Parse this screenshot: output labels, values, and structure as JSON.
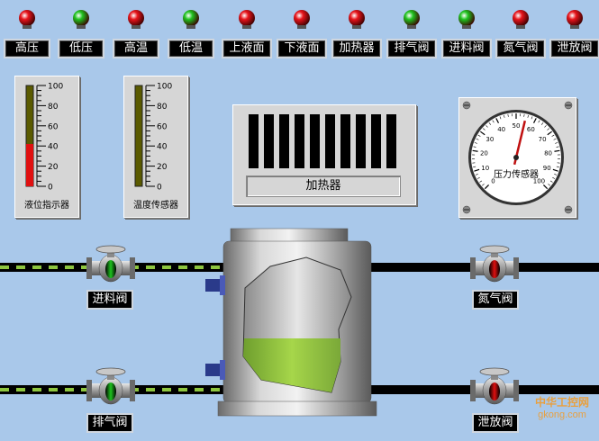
{
  "indicators": [
    {
      "label": "高压",
      "color": "#e8141b"
    },
    {
      "label": "低压",
      "color": "#1fc31f"
    },
    {
      "label": "高温",
      "color": "#e8141b"
    },
    {
      "label": "低温",
      "color": "#1fc31f"
    },
    {
      "label": "上液面",
      "color": "#e8141b"
    },
    {
      "label": "下液面",
      "color": "#e8141b"
    },
    {
      "label": "加热器",
      "color": "#e8141b"
    },
    {
      "label": "排气阀",
      "color": "#1fc31f"
    },
    {
      "label": "进料阀",
      "color": "#1fc31f"
    },
    {
      "label": "氮气阀",
      "color": "#e8141b"
    },
    {
      "label": "泄放阀",
      "color": "#e8141b"
    }
  ],
  "gauges": {
    "level": {
      "title": "液位指示器",
      "ticks": [
        "100",
        "80",
        "60",
        "40",
        "20",
        "0"
      ],
      "value": 42,
      "fill": "#e01010"
    },
    "temp": {
      "title": "温度传感器",
      "ticks": [
        "100",
        "80",
        "60",
        "40",
        "20",
        "0"
      ],
      "value": 0,
      "fill": "#e01010"
    }
  },
  "heater": {
    "label": "加热器",
    "bars": 10
  },
  "pressure": {
    "title": "压力传感器",
    "ticks": [
      "0",
      "10",
      "20",
      "30",
      "40",
      "50",
      "60",
      "70",
      "80",
      "90",
      "100"
    ],
    "value": 55
  },
  "valves": {
    "feed": {
      "label": "进料阀",
      "state": "open",
      "color": "#1fc31f"
    },
    "nitrogen": {
      "label": "氮气阀",
      "state": "closed",
      "color": "#e01010"
    },
    "exhaust": {
      "label": "排气阀",
      "state": "open",
      "color": "#1fc31f"
    },
    "relief": {
      "label": "泄放阀",
      "state": "closed",
      "color": "#e01010"
    }
  },
  "tank": {
    "liquid_color": "#8cc63f"
  },
  "watermark": {
    "line1": "中华工控网",
    "line2": "gkong.com"
  }
}
